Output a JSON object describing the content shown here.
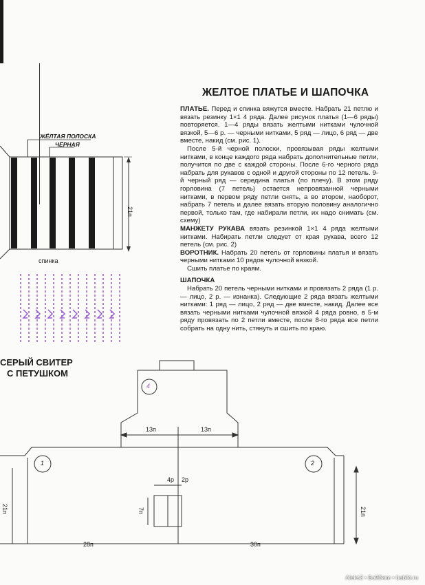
{
  "title": "ЖЕЛТОЕ ПЛАТЬЕ И ШАПОЧКА",
  "article": {
    "p1_head": "ПЛАТЬЕ.",
    "p1": " Перед и спинка вяжутся вместе. Набрать 21 петлю и вязать резинку 1×1 4 ряда. Далее рисунок платья (1—6 ряды) повторяется. 1—4 ряды вязать желтыми нитками чулочной вязкой, 5—6 р. — черными нитками, 5 ряд — лицо, 6 ряд — две вместе, накид (см. рис. 1).",
    "p2": "После 5-й черной полоски, провязывая ряды желтыми нитками, в конце каждого ряда набрать дополнительные петли, получится по две с каждой стороны. После 6-го черного ряда набрать для рукавов с одной и другой стороны по 12 петель. 9-й черный ряд — середина платья (по плечу). В этом ряду горловина (7 петель) остается непровязанной черными нитками, в первом ряду петли снять, а во втором, наоборот, набрать 7 петель и далее вязать вторую половину аналогично первой, только там, где набирали петли, их надо снимать (см. схему)",
    "p3_head": "МАНЖЕТУ РУКАВА",
    "p3": " вязать резинкой 1×1 4 ряда желтыми нитками. Набирать петли следует от края рукава, всего 12 петель (см. рис. 2)",
    "p4_head": "ВОРОТНИК.",
    "p4": " Набрать 20 петель от горловины платья и вязать черными нитками 10 рядов чулочной вязкой.",
    "p5": "Сшить платье по краям.",
    "hat_head": "ШАПОЧКА",
    "hat": "Набрать 20 петель черными нитками и провязать 2 ряда (1 р. — лицо, 2 р. — изнанка). Следующие 2 ряда вязать желтыми нитками: 1 ряд — лицо, 2 ряд — две вместе, накид. Далее все вязать черными нитками чулочной вязкой 4 ряда ровно, в 5-м ряду провязать по 2 петли вместе, после 8-го ряда все петли собрать на одну нить, стянуть и сшить по краю."
  },
  "diagram1": {
    "label_yellow": "ЖЁЛТАЯ ПОЛОСКА",
    "label_black": "ЧЁРНАЯ",
    "dim_height": "21п",
    "caption": "спинка"
  },
  "section2": {
    "line1": "СЕРЫЙ СВИТЕР",
    "line2": "С ПЕТУШКОМ"
  },
  "diagram2": {
    "badge1": "1",
    "badge2": "2",
    "badge4": "4",
    "dim_13_left": "13п",
    "dim_13_right": "13п",
    "dim_4": "4р",
    "dim_2": "2р",
    "dim_7": "7п",
    "dim_21_left": "21п",
    "dim_21_right": "21п",
    "dim_28": "28п",
    "dim_30": "30п"
  },
  "credit": "Aleks2 • Бэйбики • babiki.ru",
  "colors": {
    "diagram_purple": "#9b59d0",
    "ink": "#1a1a1a"
  }
}
